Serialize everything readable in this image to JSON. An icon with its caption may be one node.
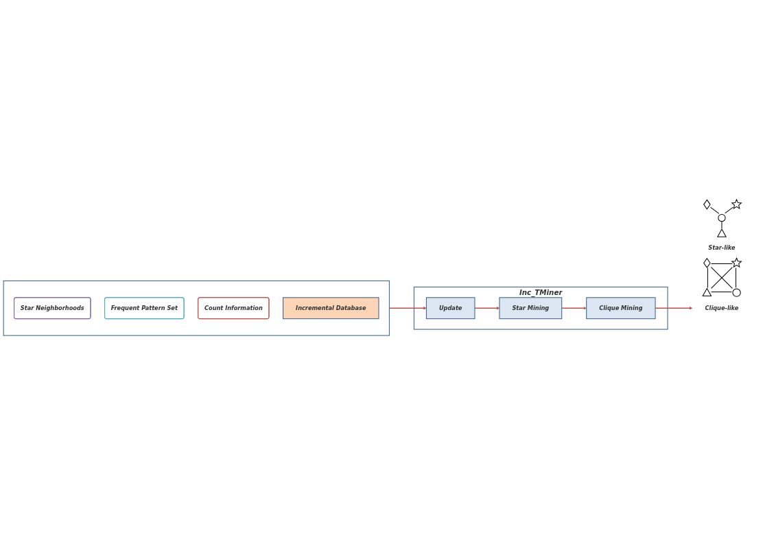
{
  "diagram": {
    "nodes": [
      {
        "text": [],
        "shape": "box"
      },
      {
        "text": [
          "Star Neighborhoods"
        ],
        "in": 0
      },
      {
        "text": [
          "Frequent Pattern Set"
        ],
        "in": 0
      },
      {
        "text": [
          "Count Information"
        ],
        "in": 0
      },
      {
        "text": [
          "Incremental Database"
        ],
        "in": 0
      },
      {
        "text": [
          "Inc_TMiner"
        ]
      },
      {
        "text": [
          "Update"
        ],
        "in": 5
      },
      {
        "text": [
          "Star Mining"
        ],
        "in": 5
      },
      {
        "text": [
          "Clique Mining"
        ],
        "in": 5
      },
      {
        "text": [],
        "shape": "picture",
        "beside": [
          "Star-like"
        ]
      },
      {
        "text": [],
        "shape": "picture",
        "beside": [
          "Clique-like"
        ]
      }
    ],
    "edges": [
      {
        "from": 0,
        "to": 6,
        "arrow": "to"
      },
      {
        "from": 6,
        "to": 7,
        "arrow": "to"
      },
      {
        "from": 7,
        "to": 8,
        "arrow": "to"
      },
      {
        "from": 8,
        "to": 10,
        "arrow": "to"
      }
    ]
  }
}
